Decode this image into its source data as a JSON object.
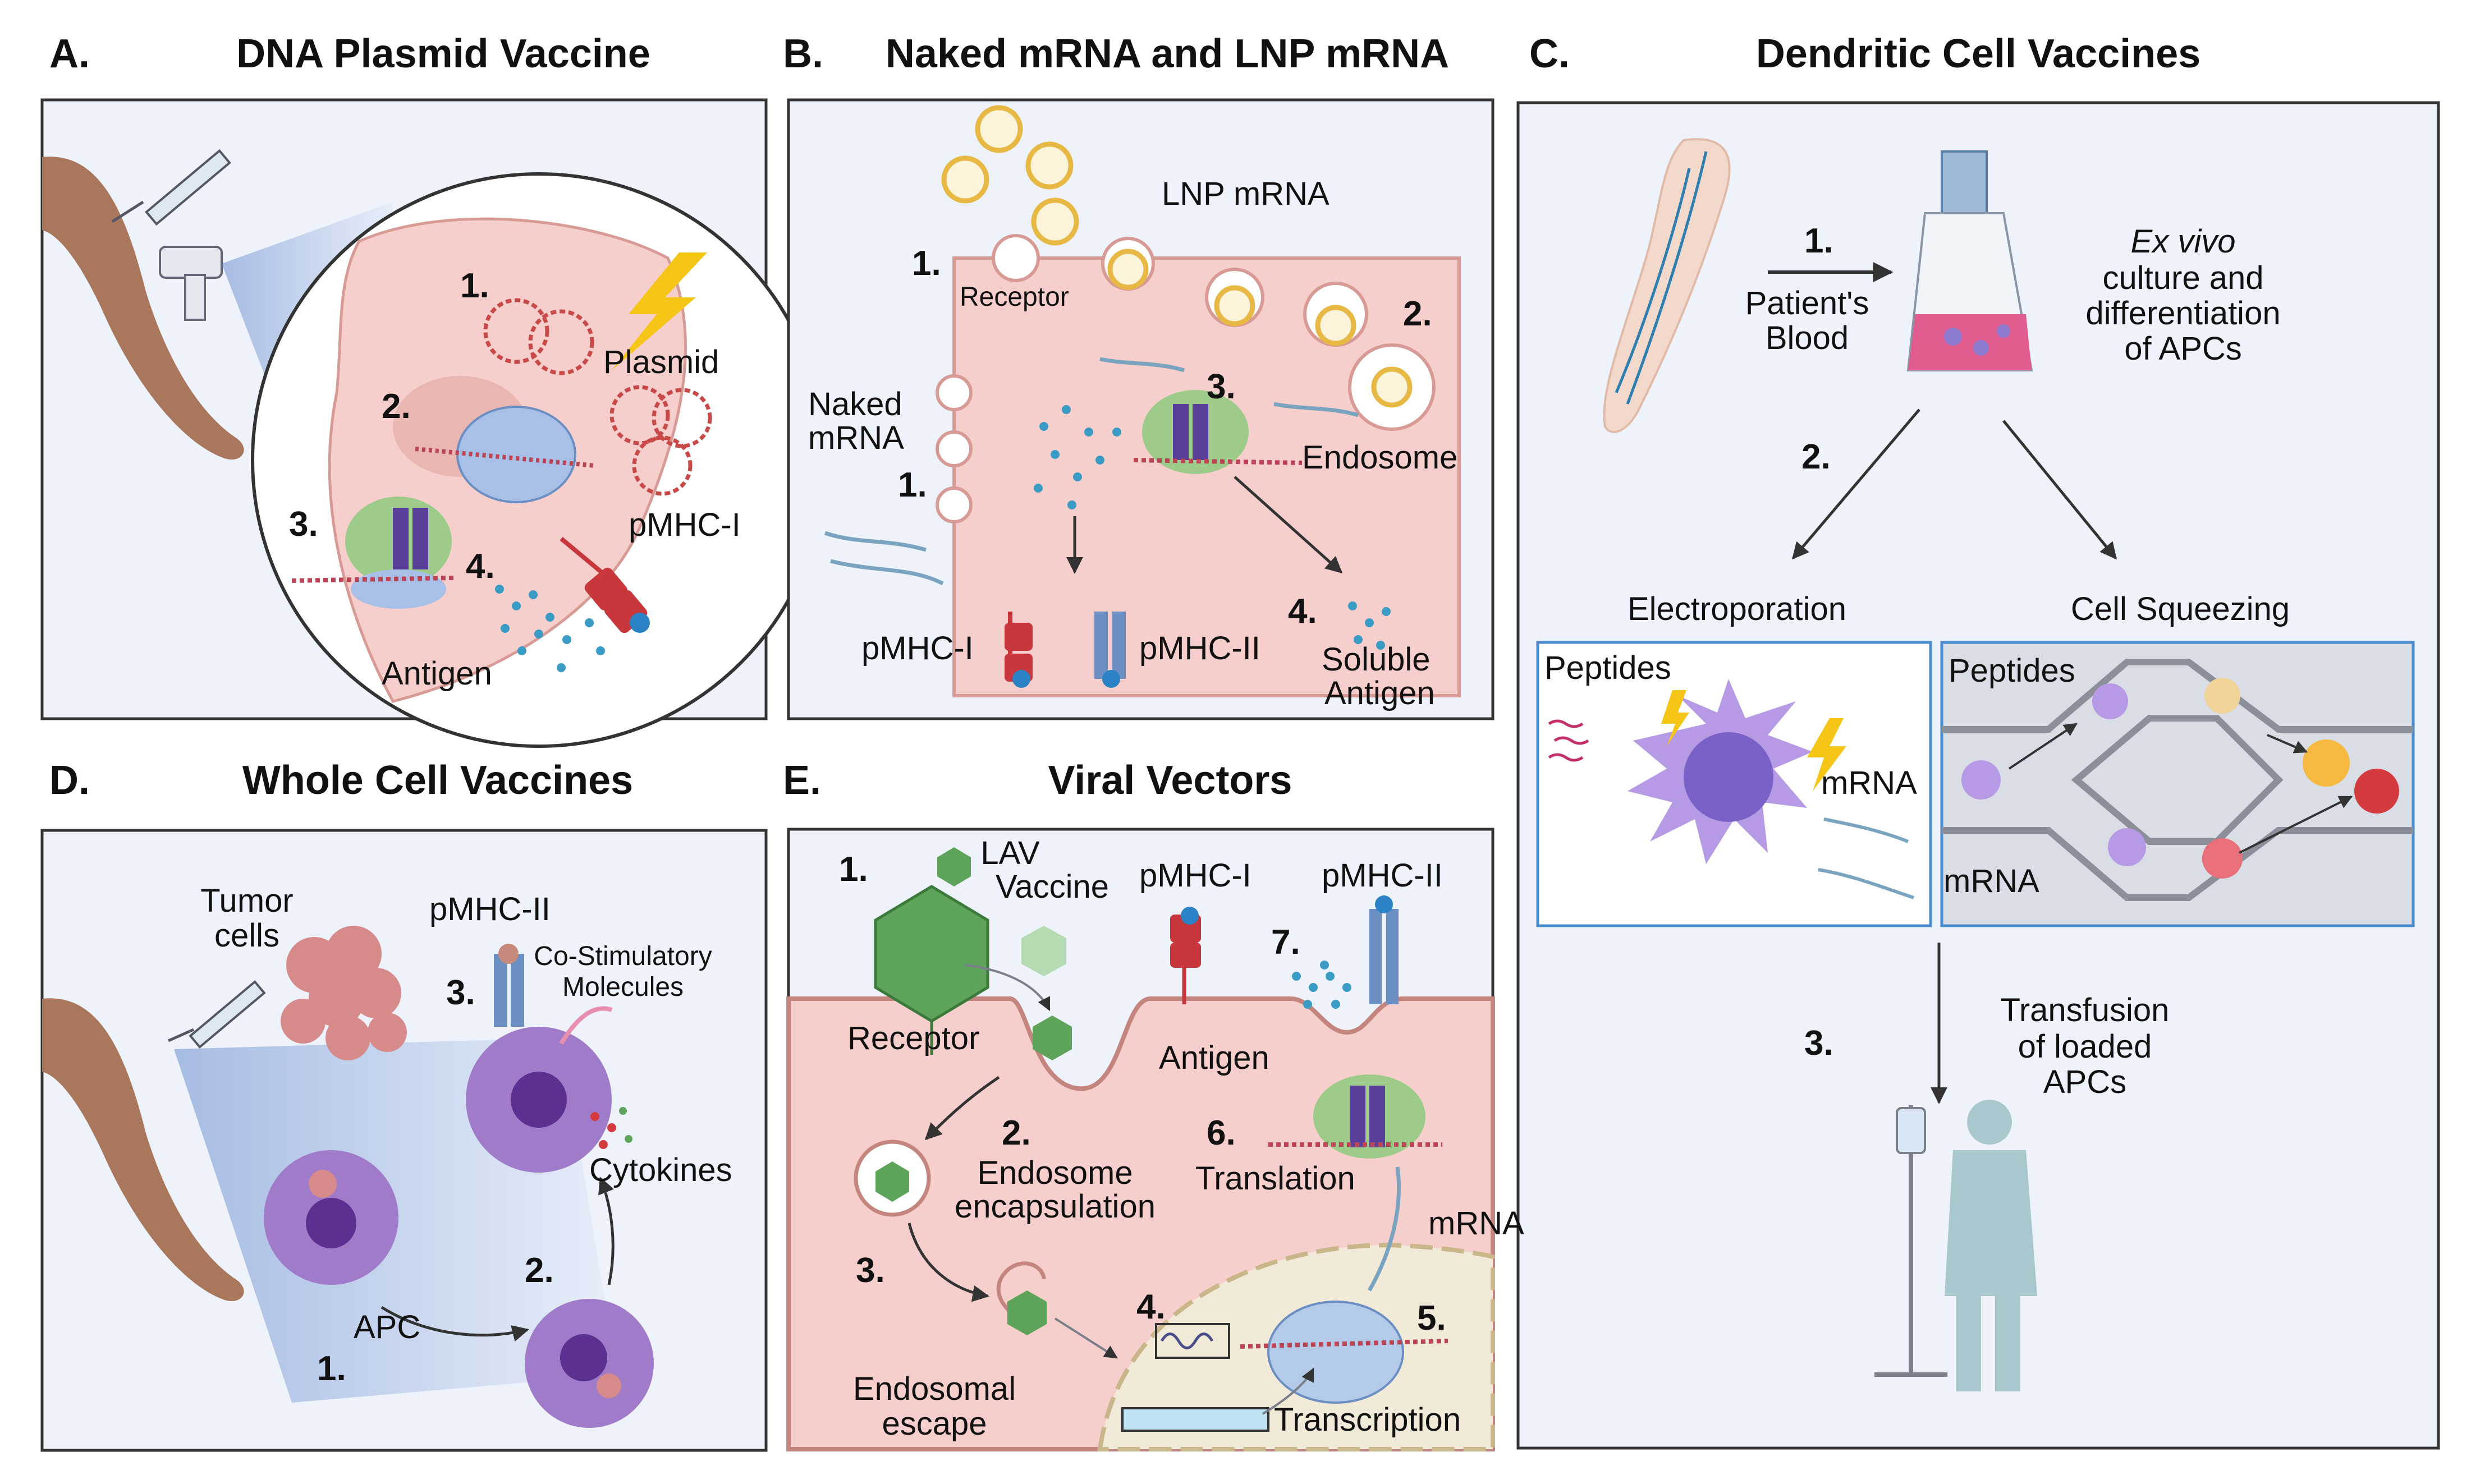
{
  "panelA": {
    "letter": "A.",
    "title": "DNA Plasmid Vaccine",
    "step1": "1.",
    "step2": "2.",
    "step3": "3.",
    "step4": "4.",
    "plasmid": "Plasmid",
    "pmhc1": "pMHC-I",
    "antigen": "Antigen"
  },
  "panelB": {
    "letter": "B.",
    "title": "Naked mRNA and LNP mRNA",
    "lnp_mrna": "LNP mRNA",
    "step1a": "1.",
    "receptor": "Receptor",
    "step2": "2.",
    "naked_line1": "Naked",
    "naked_line2": "mRNA",
    "step1b": "1.",
    "step3": "3.",
    "endosome": "Endosome",
    "pmhc1": "pMHC-I",
    "pmhc2": "pMHC-II",
    "step4": "4.",
    "soluble_line1": "Soluble",
    "soluble_line2": "Antigen"
  },
  "panelC": {
    "letter": "C.",
    "title": "Dendritic Cell Vaccines",
    "step1": "1.",
    "blood_line1": "Patient's",
    "blood_line2": "Blood",
    "exvivo": "Ex vivo",
    "culture_line1": "culture and",
    "culture_line2": "differentiation",
    "culture_line3": "of APCs",
    "step2": "2.",
    "electroporation": "Electroporation",
    "squeezing": "Cell Squeezing",
    "peptides_left": "Peptides",
    "mrna_left": "mRNA",
    "peptides_right": "Peptides",
    "mrna_right": "mRNA",
    "step3": "3.",
    "transfusion_line1": "Transfusion",
    "transfusion_line2": "of loaded",
    "transfusion_line3": "APCs"
  },
  "panelD": {
    "letter": "D.",
    "title": "Whole Cell Vaccines",
    "tumor_line1": "Tumor",
    "tumor_line2": "cells",
    "pmhc2": "pMHC-II",
    "step3": "3.",
    "costim_line1": "Co-Stimulatory",
    "costim_line2": "Molecules",
    "cytokines": "Cytokines",
    "step2": "2.",
    "apc": "APC",
    "step1": "1."
  },
  "panelE": {
    "letter": "E.",
    "title": "Viral Vectors",
    "step1": "1.",
    "lav_line1": "LAV",
    "lav_line2": "Vaccine",
    "pmhc1": "pMHC-I",
    "pmhc2": "pMHC-II",
    "step7": "7.",
    "receptor": "Receptor",
    "antigen": "Antigen",
    "step2": "2.",
    "endo_line1": "Endosome",
    "endo_line2": "encapsulation",
    "step6": "6.",
    "translation": "Translation",
    "mrna": "mRNA",
    "step3": "3.",
    "step4": "4.",
    "step5": "5.",
    "escape_line1": "Endosomal",
    "escape_line2": "escape",
    "transcription": "Transcription"
  },
  "colors": {
    "panel_bg": "#eef3fb",
    "cell_pink": "#f6cfcc",
    "membrane": "#d89a94",
    "apc_purple": "#a07bc9",
    "mhc_red": "#c8373b",
    "mhc_blue": "#6b8fc2",
    "dot_blue": "#3a9bc4",
    "lnp_gold": "#e8b844",
    "virus_green": "#5ea35a",
    "skin": "#a9785c",
    "arrow": "#333333"
  }
}
